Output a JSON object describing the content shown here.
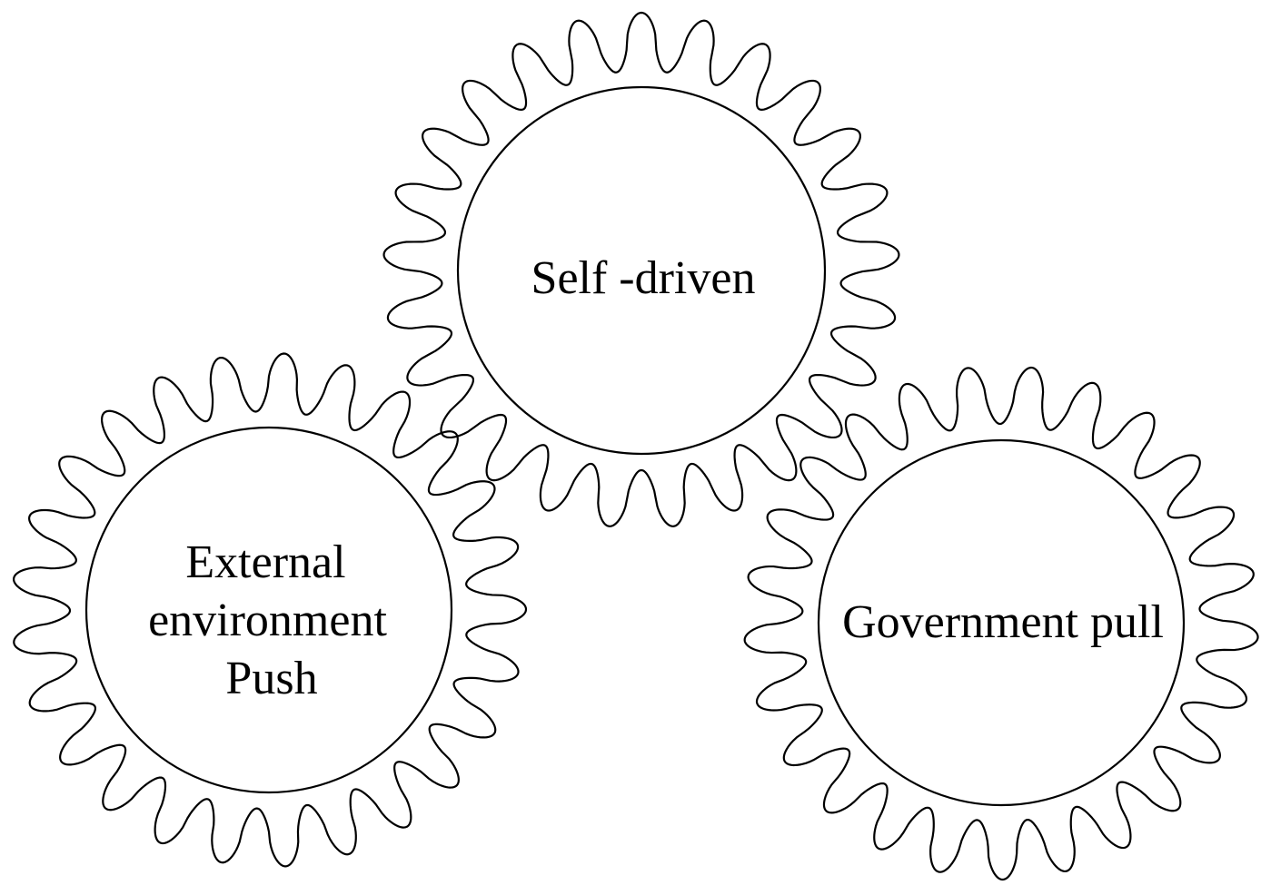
{
  "gears": [
    {
      "id": "self-driven",
      "label_lines": [
        "Self -driven"
      ]
    },
    {
      "id": "external-environment-push",
      "label_lines": [
        "External",
        "environment",
        "Push"
      ]
    },
    {
      "id": "government-pull",
      "label_lines": [
        "Government pull"
      ]
    }
  ],
  "colors": {
    "stroke": "#000000",
    "background": "#ffffff"
  }
}
